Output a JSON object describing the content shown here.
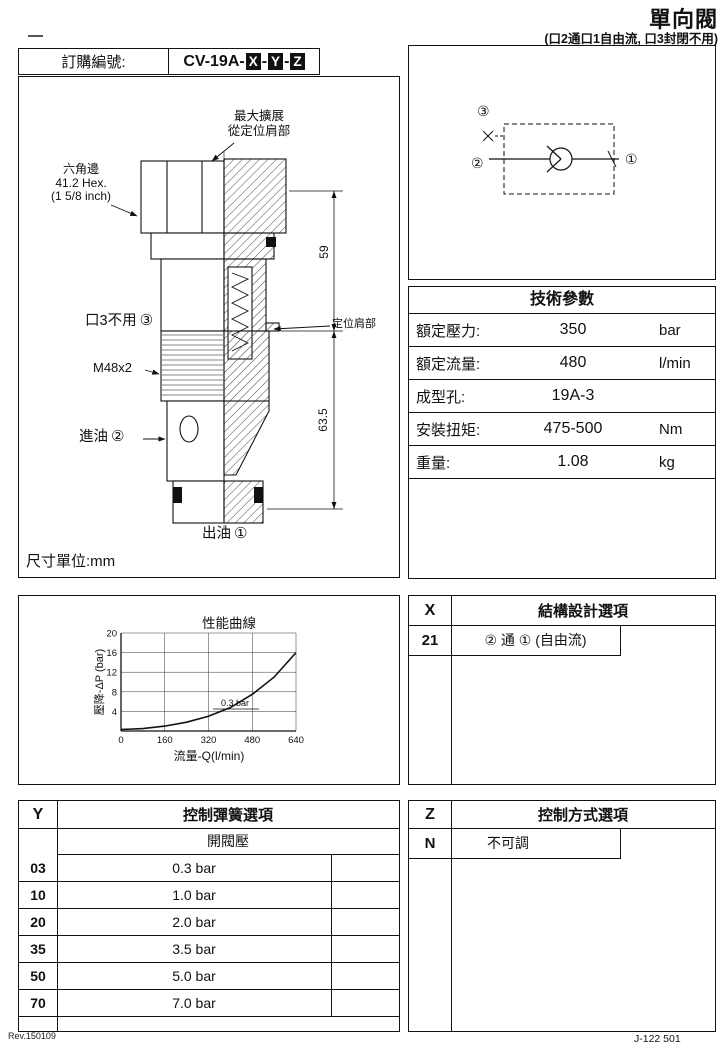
{
  "page": {
    "title": "單向閥",
    "subtitle": "(口2通口1自由流, 口3封閉不用)",
    "footer_left": "Rev.150109",
    "footer_right": "J-122 501"
  },
  "order": {
    "label": "訂購編號:",
    "prefix": "CV-19A-",
    "x": "X",
    "y": "Y",
    "z": "Z",
    "sep": "-"
  },
  "drawing": {
    "max_expansion": [
      "最大擴展",
      "從定位肩部"
    ],
    "hex": [
      "六角邊",
      "41.2 Hex.",
      "(1 5/8 inch)"
    ],
    "port3_label": "口3不用",
    "port3_num": "③",
    "thread_label": "M48x2",
    "inlet_label": "進油",
    "inlet_num": "②",
    "outlet_label": "出油",
    "outlet_num": "①",
    "shoulder_label": "定位肩部",
    "dim_top": "59",
    "dim_bottom": "63.5",
    "unit_note": "尺寸單位:mm"
  },
  "symbol": {
    "port1": "①",
    "port2": "②",
    "port3": "③"
  },
  "tech_params": {
    "title": "技術參數",
    "rows": [
      {
        "label": "額定壓力:",
        "value": "350",
        "unit": "bar"
      },
      {
        "label": "額定流量:",
        "value": "480",
        "unit": "l/min"
      },
      {
        "label": "成型孔:",
        "value": "19A-3",
        "unit": ""
      },
      {
        "label": "安裝扭矩:",
        "value": "475-500",
        "unit": "Nm"
      },
      {
        "label": "重量:",
        "value": "1.08",
        "unit": "kg"
      }
    ]
  },
  "x_options": {
    "key": "X",
    "title": "結構設計選項",
    "code": "21",
    "desc": "② 通 ① (自由流)"
  },
  "y_options": {
    "key": "Y",
    "title": "控制彈簧選項",
    "subtitle": "開閥壓",
    "rows": [
      {
        "code": "03",
        "value": "0.3 bar"
      },
      {
        "code": "10",
        "value": "1.0 bar"
      },
      {
        "code": "20",
        "value": "2.0 bar"
      },
      {
        "code": "35",
        "value": "3.5 bar"
      },
      {
        "code": "50",
        "value": "5.0 bar"
      },
      {
        "code": "70",
        "value": "7.0 bar"
      }
    ]
  },
  "z_options": {
    "key": "Z",
    "title": "控制方式選項",
    "code": "N",
    "desc": "不可調"
  },
  "chart_data": {
    "type": "line",
    "title": "性能曲線",
    "xlabel": "流量-Q(l/min)",
    "ylabel": "壓降-ΔP (bar)",
    "xlim": [
      0,
      640
    ],
    "ylim": [
      0,
      20
    ],
    "xticks": [
      0,
      160,
      320,
      480,
      640
    ],
    "yticks": [
      4,
      8,
      12,
      16,
      20
    ],
    "grid": true,
    "annotation": "0.3 bar",
    "x": [
      0,
      80,
      160,
      240,
      320,
      400,
      480,
      560,
      640
    ],
    "y": [
      0.3,
      0.5,
      1.0,
      1.8,
      3.0,
      4.8,
      7.5,
      11.0,
      16.0
    ]
  }
}
